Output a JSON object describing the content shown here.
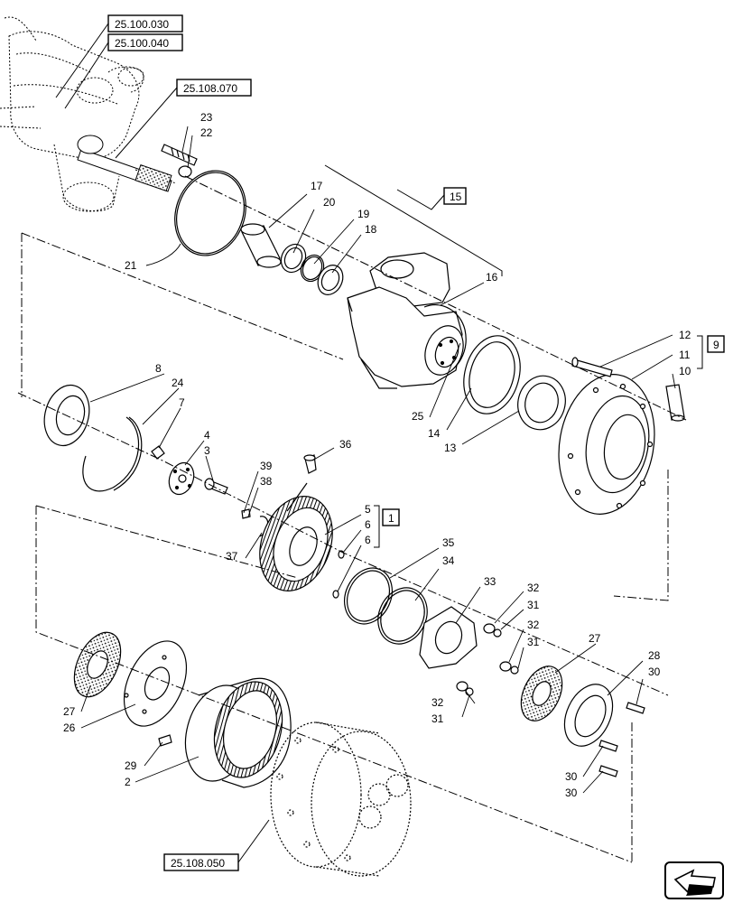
{
  "ref_boxes": {
    "r1": "25.100.030",
    "r2": "25.100.040",
    "r3": "25.108.070",
    "r4": "25.108.050"
  },
  "group_labels": {
    "g15": "15",
    "g9": "9",
    "g1": "1"
  },
  "callouts": {
    "n23": "23",
    "n22": "22",
    "n17": "17",
    "n20": "20",
    "n19": "19",
    "n18": "18",
    "n21": "21",
    "n16": "16",
    "n12": "12",
    "n11": "11",
    "n10": "10",
    "n8": "8",
    "n24": "24",
    "n7": "7",
    "n25": "25",
    "n14": "14",
    "n13": "13",
    "n4": "4",
    "n3": "3",
    "n36": "36",
    "n39": "39",
    "n38": "38",
    "n5": "5",
    "n6a": "6",
    "n6b": "6",
    "n37": "37",
    "n35": "35",
    "n34": "34",
    "n33": "33",
    "n32a": "32",
    "n31a": "31",
    "n32b": "32",
    "n31b": "31",
    "n27a": "27",
    "n28": "28",
    "n30a": "30",
    "n27b": "27",
    "n26": "26",
    "n32c": "32",
    "n31c": "31",
    "n29": "29",
    "n2": "2",
    "n30b": "30",
    "n30c": "30"
  },
  "nav": {
    "icon": "back-arrow-icon"
  }
}
